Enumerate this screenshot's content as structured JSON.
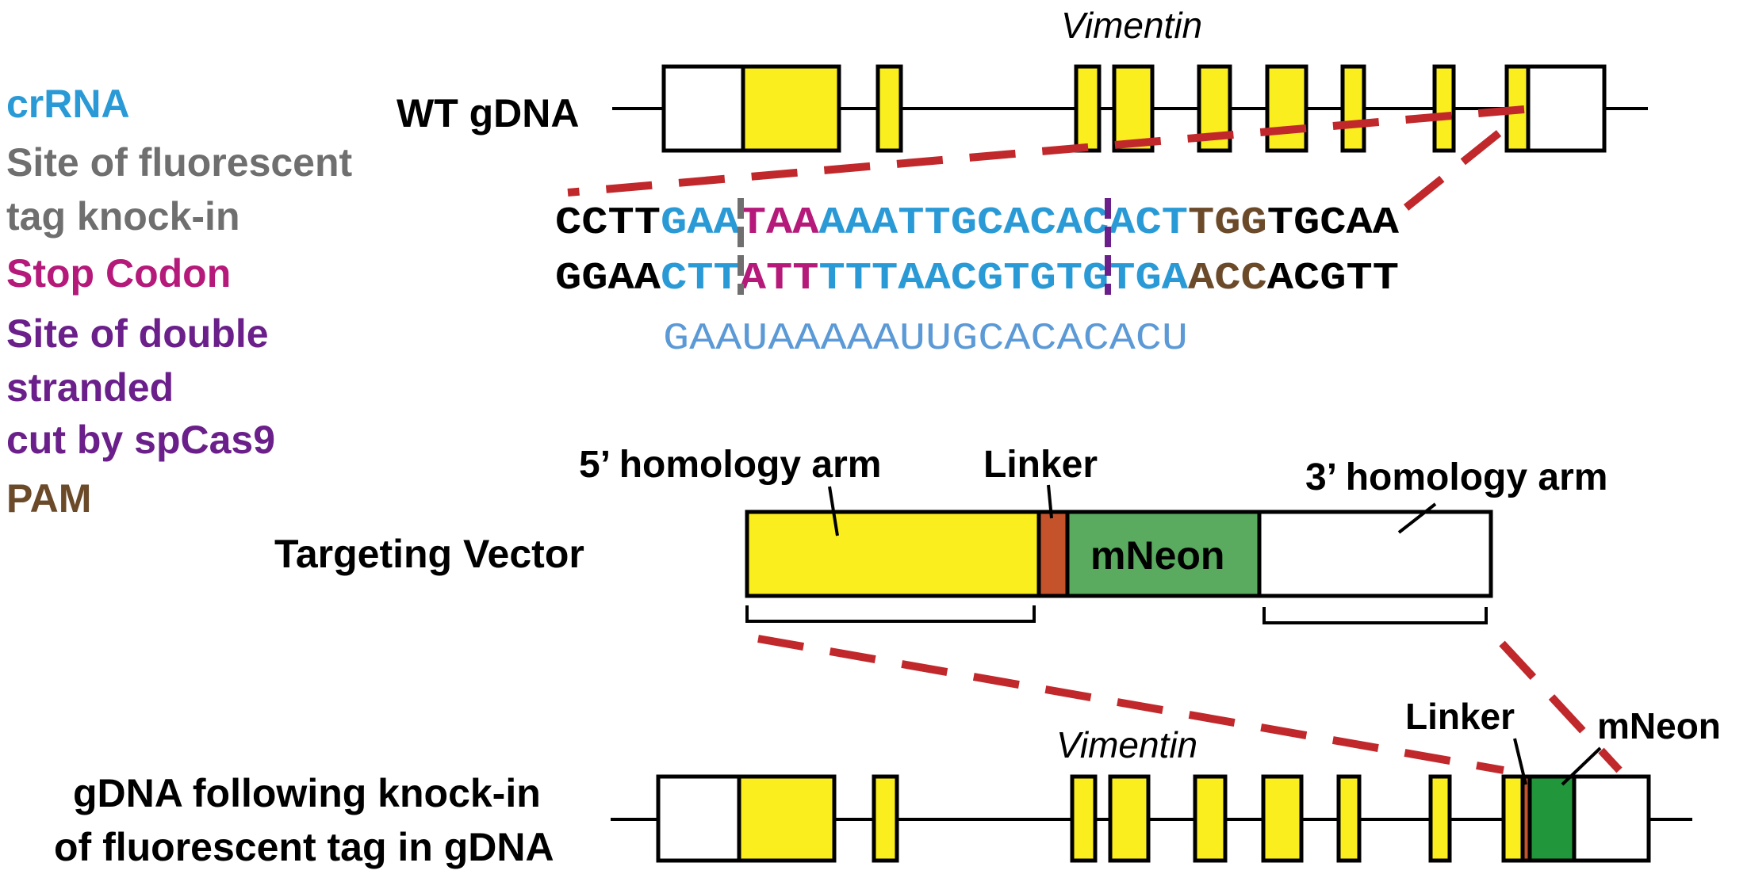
{
  "legend": {
    "crrna": "crRNA",
    "knockin_1": "Site of fluorescent",
    "knockin_2": "tag knock-in",
    "stop": "Stop Codon",
    "cut_1": "Site of double",
    "cut_2": "stranded",
    "cut_3": "cut by spCas9",
    "pam": "PAM"
  },
  "colors": {
    "crrna": "#2a9ad6",
    "knockin": "#6f6f6f",
    "stop": "#b5197a",
    "cut": "#6a1f8a",
    "pam": "#6b4a2a",
    "exon": "#fbee1e",
    "mneon": "#5aaa5f",
    "mneon_dark": "#21963a",
    "linker": "#c4532b",
    "dash": "#c0282b"
  },
  "wt": {
    "label": "WT gDNA",
    "gene": "Vimentin"
  },
  "sequence": {
    "top": [
      {
        "t": "CCTT",
        "c": "black"
      },
      {
        "t": "GAA",
        "c": "crrna"
      },
      {
        "t": "TAA",
        "c": "stop"
      },
      {
        "t": "AAATTGCACAC",
        "c": "crrna"
      },
      {
        "t": "ACT",
        "c": "crrna"
      },
      {
        "t": "TGG",
        "c": "pam"
      },
      {
        "t": "TGCAA",
        "c": "black"
      }
    ],
    "bottom": [
      {
        "t": "GGAA",
        "c": "black"
      },
      {
        "t": "CTT",
        "c": "crrna"
      },
      {
        "t": "ATT",
        "c": "stop"
      },
      {
        "t": "TTTAACGTGTG",
        "c": "crrna"
      },
      {
        "t": "TGA",
        "c": "crrna"
      },
      {
        "t": "ACC",
        "c": "pam"
      },
      {
        "t": "ACGTT",
        "c": "black"
      }
    ],
    "crrna": "GAAUAAAAAUUGCACACACU"
  },
  "vector": {
    "label": "Targeting Vector",
    "arm5": "5’ homology arm",
    "linker": "Linker",
    "mneon": "mNeon",
    "arm3": "3’ homology arm"
  },
  "ki": {
    "label_1": "gDNA following knock-in",
    "label_2": "of fluorescent tag in gDNA",
    "gene": "Vimentin",
    "linker": "Linker",
    "mneon": "mNeon"
  }
}
